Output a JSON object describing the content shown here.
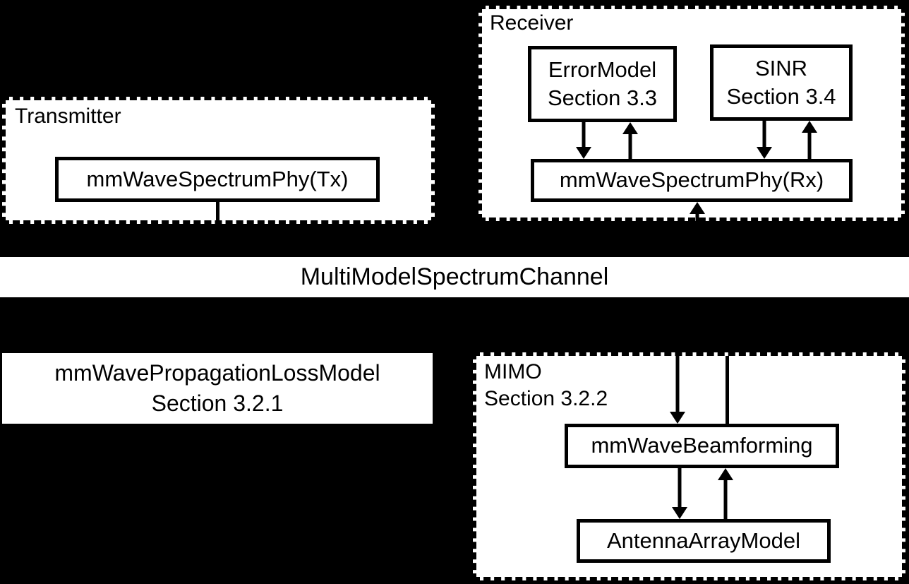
{
  "diagram": {
    "transmitter": {
      "title": "Transmitter",
      "phy_tx_label": "mmWaveSpectrumPhy(Tx)"
    },
    "receiver": {
      "title": "Receiver",
      "error_model": {
        "line1": "ErrorModel",
        "line2": "Section 3.3"
      },
      "sinr": {
        "line1": "SINR",
        "line2": "Section 3.4"
      },
      "phy_rx_label": "mmWaveSpectrumPhy(Rx)"
    },
    "channel": {
      "label": "MultiModelSpectrumChannel"
    },
    "propagation": {
      "line1": "mmWavePropagationLossModel",
      "line2": "Section 3.2.1"
    },
    "mimo": {
      "title_line1": "MIMO",
      "title_line2": "Section 3.2.2",
      "beamforming_label": "mmWaveBeamforming",
      "antenna_label": "AntennaArrayModel"
    },
    "colors": {
      "background": "#000000",
      "box_fill": "#ffffff",
      "border": "#000000",
      "text": "#000000"
    }
  }
}
